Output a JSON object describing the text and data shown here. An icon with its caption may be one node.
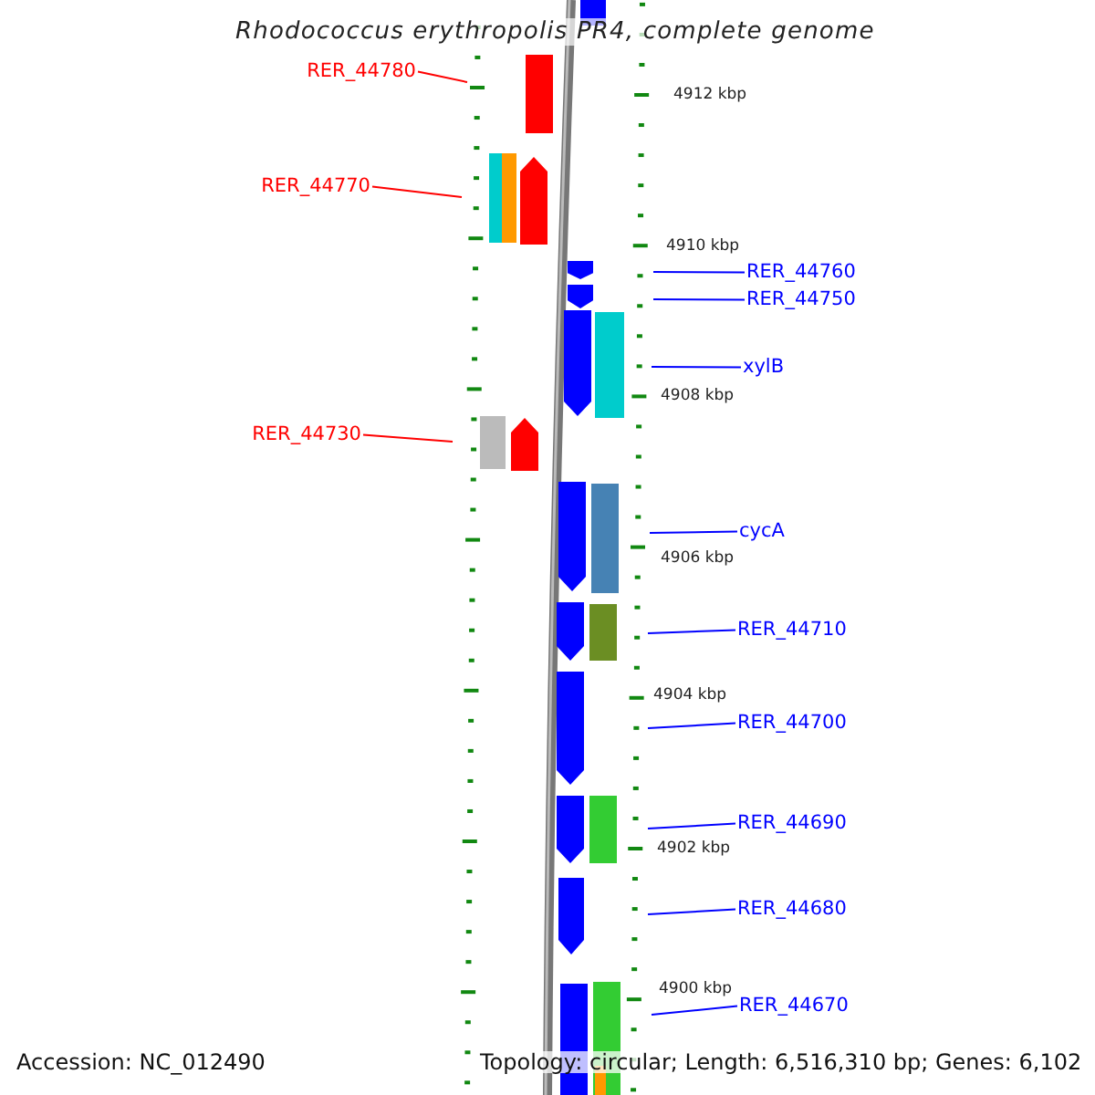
{
  "diagram": {
    "title": "Rhodococcus erythropolis PR4, complete genome",
    "nodes": [
      {
        "text": [
          "RER_44780"
        ]
      },
      {
        "text": [
          "RER_44770"
        ]
      },
      {
        "text": [
          "RER_44760"
        ]
      },
      {
        "text": [
          "RER_44750"
        ]
      },
      {
        "text": [
          "xylB"
        ]
      },
      {
        "text": [
          "RER_44730"
        ]
      },
      {
        "text": [
          "cycA"
        ]
      },
      {
        "text": [
          "RER_44710"
        ]
      },
      {
        "text": [
          "RER_44700"
        ]
      },
      {
        "text": [
          "RER_44690"
        ]
      },
      {
        "text": [
          "RER_44680"
        ]
      },
      {
        "text": [
          "RER_44670"
        ]
      }
    ],
    "edges": [
      {
        "from": 0,
        "to": null,
        "arrow": "none",
        "color": "#ff0000"
      },
      {
        "from": 1,
        "to": null,
        "arrow": "none",
        "color": "#ff0000"
      },
      {
        "from": 2,
        "to": null,
        "arrow": "none"
      },
      {
        "from": 3,
        "to": null,
        "arrow": "none"
      },
      {
        "from": 4,
        "to": null,
        "arrow": "none"
      },
      {
        "from": 5,
        "to": null,
        "arrow": "none",
        "color": "#ff0000"
      },
      {
        "from": 6,
        "to": null,
        "arrow": "none"
      },
      {
        "from": 7,
        "to": null,
        "arrow": "none"
      },
      {
        "from": 8,
        "to": null,
        "arrow": "none"
      },
      {
        "from": 9,
        "to": null,
        "arrow": "none"
      },
      {
        "from": 10,
        "to": null,
        "arrow": "none"
      },
      {
        "from": 11,
        "to": null,
        "arrow": "none"
      }
    ],
    "labels": [
      "4912 kbp",
      "4910 kbp",
      "4908 kbp",
      "4906 kbp",
      "4904 kbp",
      "4902 kbp",
      "4900 kbp",
      "Accession: NC_012490",
      "Topology: circular; Length: 6,516,310 bp; Genes: 6,102"
    ]
  }
}
